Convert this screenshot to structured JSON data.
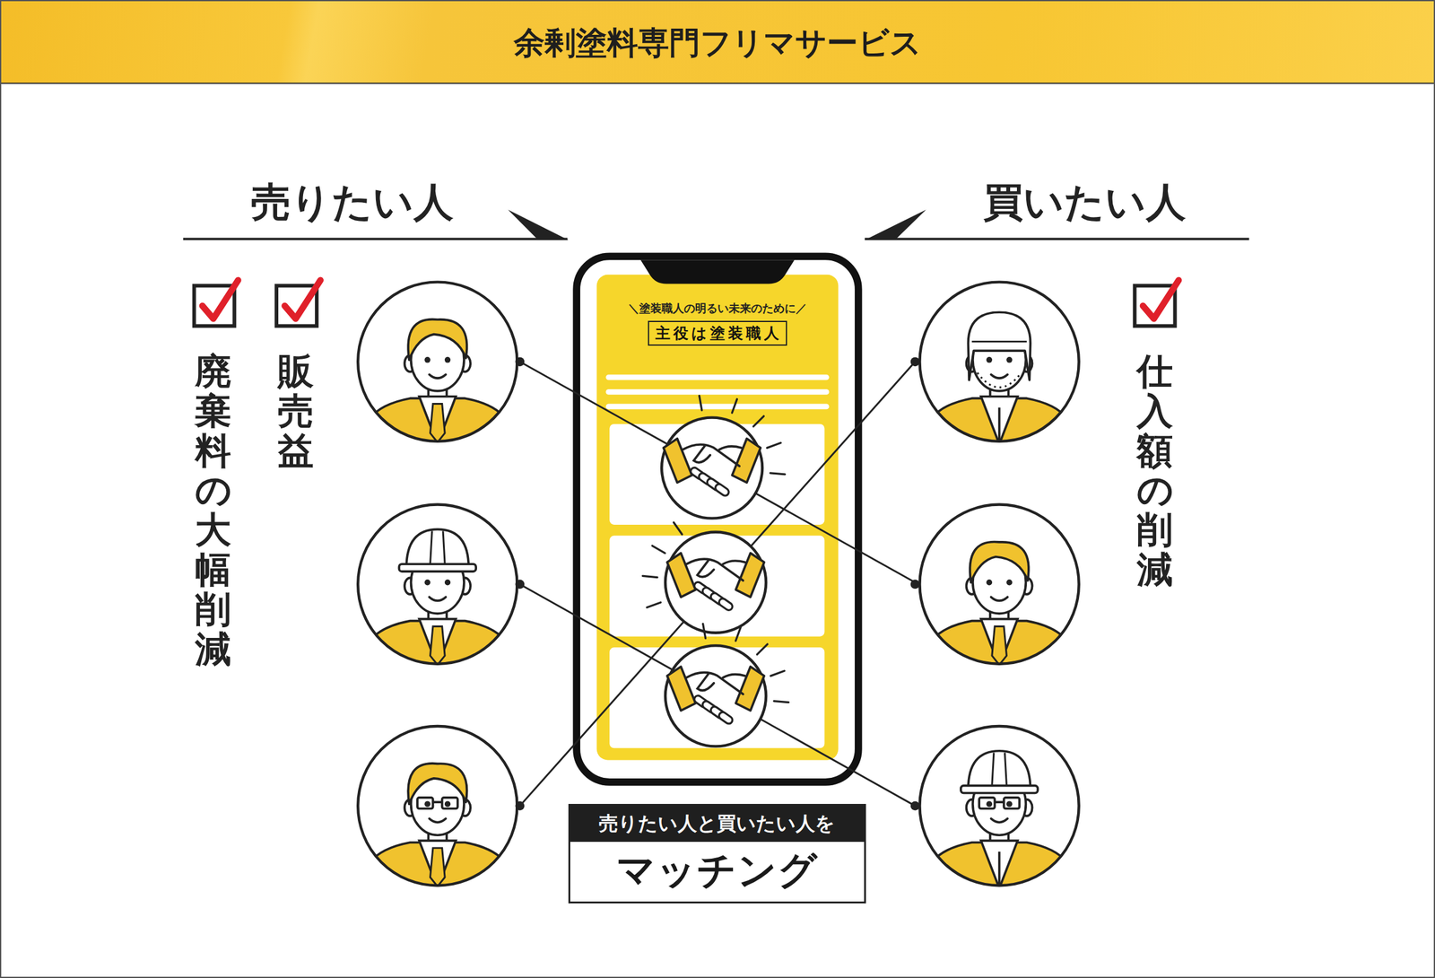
{
  "diagram": {
    "title": "余剰塗料専門フリマサービス",
    "nodes": [
      {
        "text": [
          "＼塗装職人の明るい未来のために／",
          "主役は塗装職人"
        ]
      },
      {
        "text": [
          "売りたい人と買いたい人を",
          "マッチング"
        ]
      }
    ],
    "labels": [
      "売りたい人",
      "買いたい人",
      "販売益",
      "廃棄料の大幅削減",
      "仕入額の削減"
    ]
  }
}
